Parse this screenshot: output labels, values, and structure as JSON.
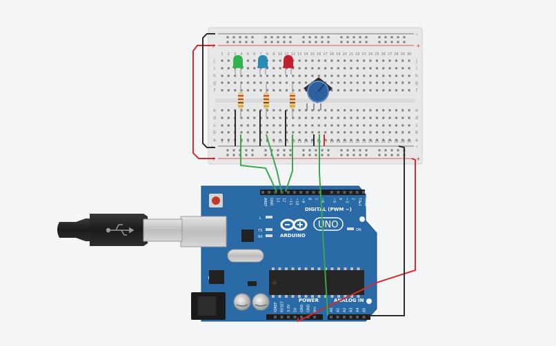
{
  "breadboard": {
    "columns_top": [
      "1",
      "2",
      "3",
      "4",
      "5",
      "6",
      "7",
      "8",
      "9",
      "10",
      "11",
      "12",
      "13",
      "14",
      "15",
      "16",
      "17",
      "18",
      "19",
      "20",
      "21",
      "22",
      "23",
      "24",
      "25",
      "26",
      "27",
      "28",
      "29",
      "30"
    ],
    "columns_bottom": [
      "1",
      "2",
      "3",
      "4",
      "5",
      "6",
      "7",
      "8",
      "9",
      "10",
      "11",
      "12",
      "13",
      "14",
      "15",
      "16",
      "17",
      "18",
      "19",
      "20",
      "21",
      "22",
      "23",
      "24",
      "25",
      "26",
      "27",
      "28",
      "29",
      "30"
    ],
    "rows_top": [
      "j",
      "i",
      "h",
      "g",
      "f"
    ],
    "rows_bottom": [
      "e",
      "d",
      "c",
      "b",
      "a"
    ],
    "rail_minus": "-",
    "rail_plus": "+"
  },
  "components": {
    "leds": [
      {
        "name": "green-led",
        "color": "#2fb34a"
      },
      {
        "name": "blue-led",
        "color": "#2a8ab5"
      },
      {
        "name": "red-led",
        "color": "#c01f2a"
      }
    ],
    "resistor_colors": [
      "#e8c98c",
      "#c9472b",
      "#c9472b",
      "#7a4a1e",
      "#d3a22e"
    ],
    "potentiometer_color": "#2e5f9e"
  },
  "arduino": {
    "brand": "ARDUINO",
    "model": "UNO",
    "on_label": "ON",
    "digital_label": "DIGITAL (PWM ~)",
    "power_label": "POWER",
    "analog_label": "ANALOG IN",
    "led_labels": [
      "L",
      "TX",
      "RX"
    ],
    "digital_pins": [
      "AREF",
      "GND",
      "13",
      "12",
      "~11",
      "~10",
      "~9",
      "8",
      "7",
      "~6",
      "~5",
      "4",
      "~3",
      "2",
      "TX▸1",
      "RX◂0"
    ],
    "power_pins": [
      "IOREF",
      "RESET",
      "3.3V",
      "5V",
      "GND",
      "GND",
      "Vin"
    ],
    "analog_pins": [
      "A0",
      "A1",
      "A2",
      "A3",
      "A4",
      "A5"
    ],
    "board_color": "#2a6aa6"
  },
  "wires": {
    "red": "#d92b2b",
    "black": "#2b2b2b",
    "green": "#3aa84a"
  }
}
